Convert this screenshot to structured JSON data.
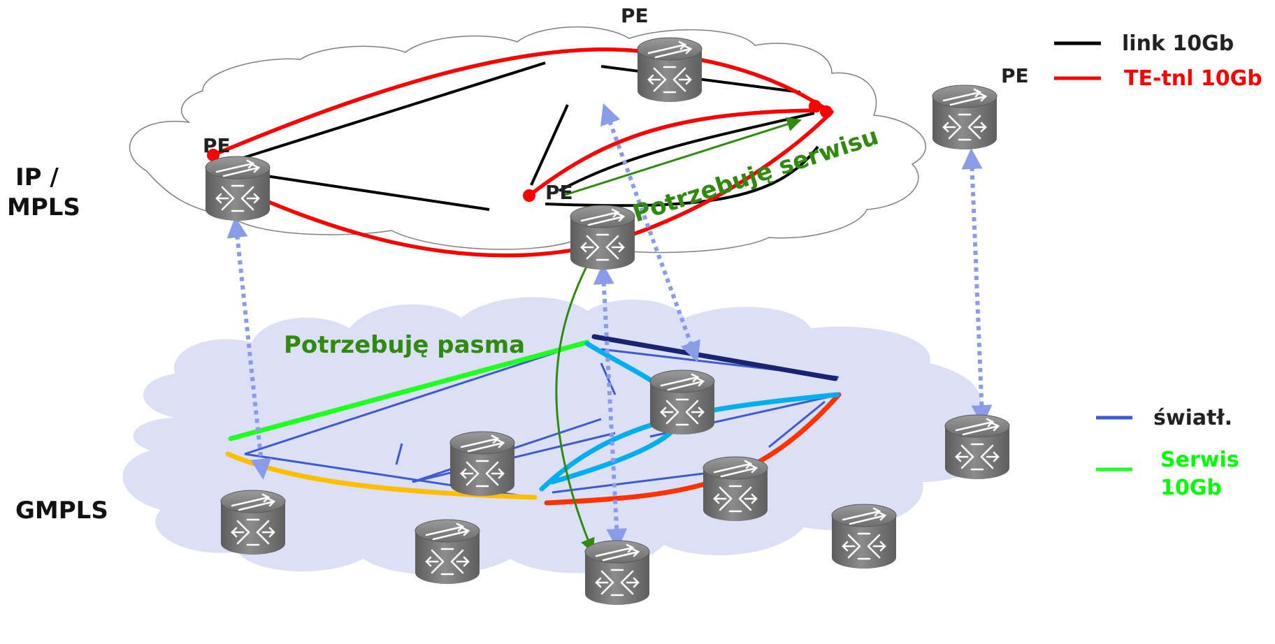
{
  "layers": {
    "top": [
      "IP /",
      "MPLS"
    ],
    "bottom": "GMPLS"
  },
  "pe_label": "PE",
  "annotations": {
    "need_service": "Potrzebuję serwisu",
    "need_bandwidth": "Potrzebuję pasma"
  },
  "legend_top": [
    {
      "label": "link 10Gb",
      "color": "#000000"
    },
    {
      "label": "TE-tnl 10Gb",
      "color": "#ff0000"
    }
  ],
  "legend_bottom": [
    {
      "label": "światł.",
      "color": "#3f58d3"
    },
    {
      "label_lines": [
        "Serwis",
        "10Gb"
      ],
      "color": "#00ff00"
    }
  ],
  "colors": {
    "cloud_top_stroke": "#7f7f7f",
    "cloud_bottom_fill": "#dbe0f6",
    "router_body": "#7a7a7a",
    "optical_link": "#3f58d3",
    "te_tunnel": "#ff0000",
    "annotation": "#2f8a0e",
    "inter_layer": "#8a9be8",
    "service_green": "#22ff22",
    "service_orange": "#ffbf00",
    "service_red": "#ff3300",
    "service_cyan": "#00aeef",
    "navy": "#1a2370"
  }
}
